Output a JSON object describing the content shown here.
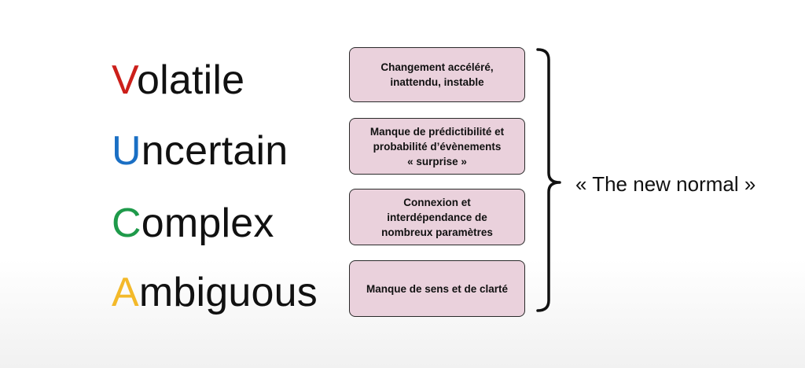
{
  "words": [
    {
      "initial": "V",
      "rest": "olatile",
      "color": "#cc1f1a"
    },
    {
      "initial": "U",
      "rest": "ncertain",
      "color": "#1a6fc4"
    },
    {
      "initial": "C",
      "rest": "omplex",
      "color": "#1e9a4a"
    },
    {
      "initial": "A",
      "rest": "mbiguous",
      "color": "#f3b92a"
    }
  ],
  "boxes": [
    {
      "lines": [
        "Changement accéléré,",
        "inattendu, instable"
      ]
    },
    {
      "lines": [
        "Manque de prédictibilité et",
        "probabilité d’évènements",
        "« surprise »"
      ]
    },
    {
      "lines": [
        "Connexion et",
        "interdépendance de",
        "nombreux paramètres"
      ]
    },
    {
      "lines": [
        "Manque de sens et de clarté"
      ]
    }
  ],
  "box_fill": "#ead1dc",
  "caption": "« The new normal »"
}
